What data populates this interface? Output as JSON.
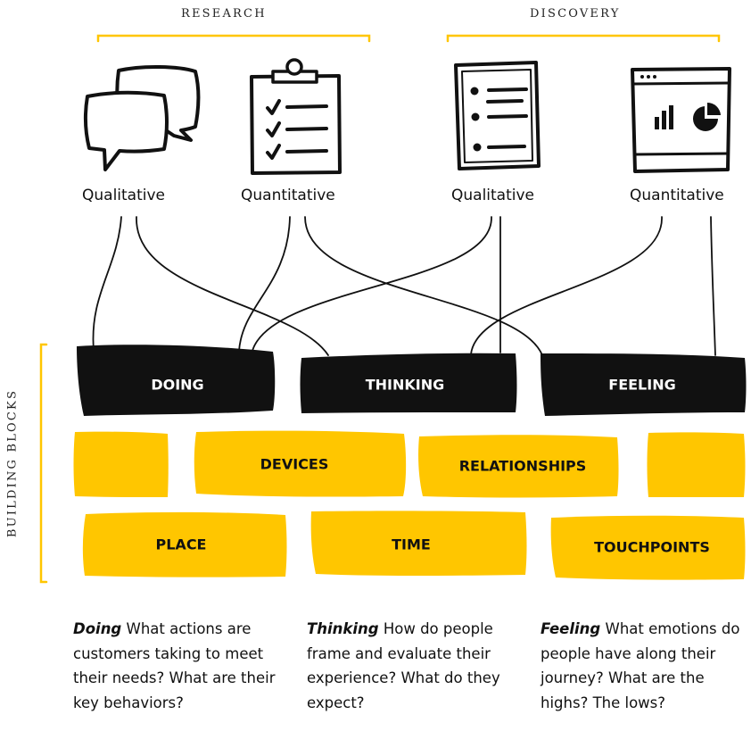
{
  "groups": {
    "research": "RESEARCH",
    "discovery": "DISCOVERY"
  },
  "side_label": "BUILDING BLOCKS",
  "columns": [
    {
      "label": "Qualitative",
      "icon": "speech-bubbles-icon"
    },
    {
      "label": "Quantitative",
      "icon": "clipboard-checklist-icon"
    },
    {
      "label": "Qualitative",
      "icon": "document-list-icon"
    },
    {
      "label": "Quantitative",
      "icon": "dashboard-chart-icon"
    }
  ],
  "blocks": {
    "doing": "DOING",
    "thinking": "THINKING",
    "feeling": "FEELING",
    "devices": "DEVICES",
    "relationships": "RELATIONSHIPS",
    "place": "PLACE",
    "time": "TIME",
    "touchpoints": "TOUCHPOINTS"
  },
  "descriptions": [
    {
      "term": "Doing",
      "text": "What actions are customers taking to meet their needs? What are their key behaviors?"
    },
    {
      "term": "Thinking",
      "text": "How do people frame and evaluate their experience? What do they expect?"
    },
    {
      "term": "Feeling",
      "text": "What emotions do people have along their journey? What are the highs? The lows?"
    }
  ],
  "colors": {
    "accent": "#FFC600",
    "block_dark": "#111111",
    "ink": "#111111"
  }
}
